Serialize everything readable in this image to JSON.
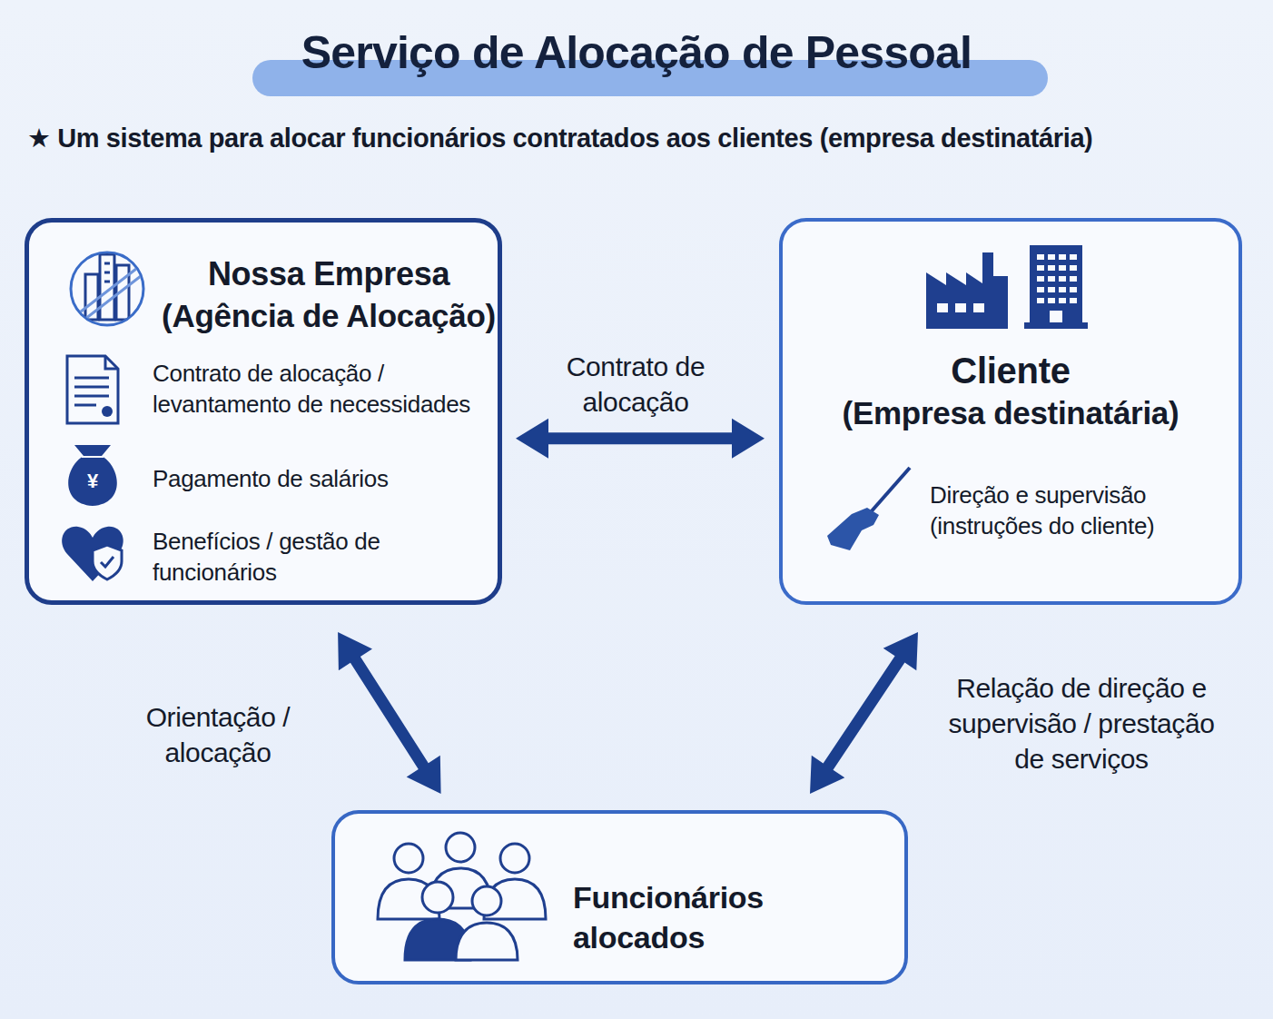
{
  "diagram": {
    "title": "Serviço de Alocação de Pessoal",
    "nodes": [
      {
        "text": [
          "Nossa Empresa",
          "(Agência de Alocação)",
          "Contrato de alocação / levantamento de necessidades",
          "Pagamento de salários",
          "Benefícios / gestão de funcionários"
        ]
      },
      {
        "text": [
          "Cliente",
          "(Empresa destinatária)",
          "Direção e supervisão (instruções do cliente)"
        ]
      },
      {
        "text": [
          "Funcionários alocados"
        ]
      }
    ],
    "edges": [
      {
        "from": 0,
        "to": 1,
        "label": "Contrato de alocação",
        "arrow": "both"
      },
      {
        "from": 0,
        "to": 2,
        "label": "Orientação / alocação",
        "arrow": "both"
      },
      {
        "from": 1,
        "to": 2,
        "label": "Relação de direção e supervisão / prestação de serviços",
        "arrow": "both"
      }
    ],
    "labels": [
      "★ Um sistema para alocar funcionários contratados aos clientes (empresa destinatária)",
      "¥"
    ]
  }
}
